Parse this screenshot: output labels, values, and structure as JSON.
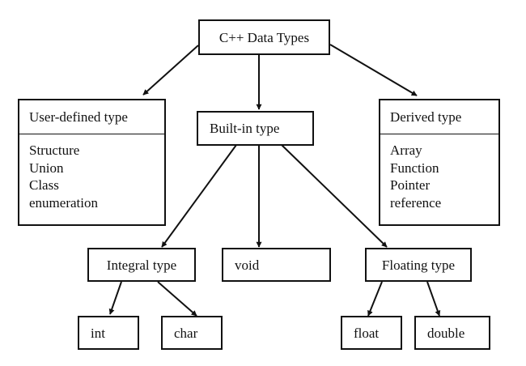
{
  "root": {
    "label": "C++ Data Types"
  },
  "user_defined": {
    "label": "User-defined type",
    "items": [
      "Structure",
      "Union",
      "Class",
      "enumeration"
    ]
  },
  "built_in": {
    "label": "Built-in type"
  },
  "derived": {
    "label": "Derived type",
    "items": [
      "Array",
      "Function",
      "Pointer",
      "reference"
    ]
  },
  "integral": {
    "label": "Integral type"
  },
  "void": {
    "label": "void"
  },
  "floating": {
    "label": "Floating type"
  },
  "int": {
    "label": "int"
  },
  "char": {
    "label": "char"
  },
  "float": {
    "label": "float"
  },
  "double": {
    "label": "double"
  }
}
